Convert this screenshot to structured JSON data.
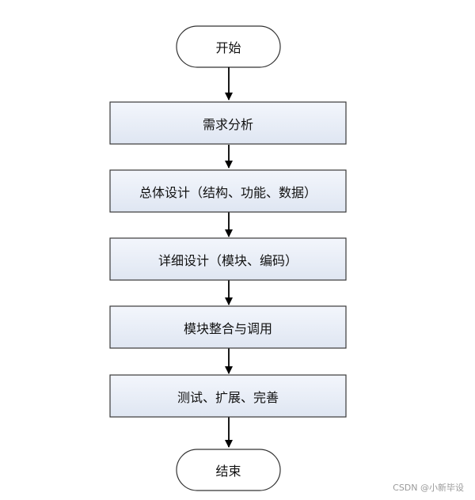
{
  "flowchart": {
    "start": "开始",
    "steps": [
      "需求分析",
      "总体设计（结构、功能、数据）",
      "详细设计（模块、编码）",
      "模块整合与调用",
      "测试、扩展、完善"
    ],
    "end": "结束"
  },
  "watermark": "CSDN @小新毕设"
}
